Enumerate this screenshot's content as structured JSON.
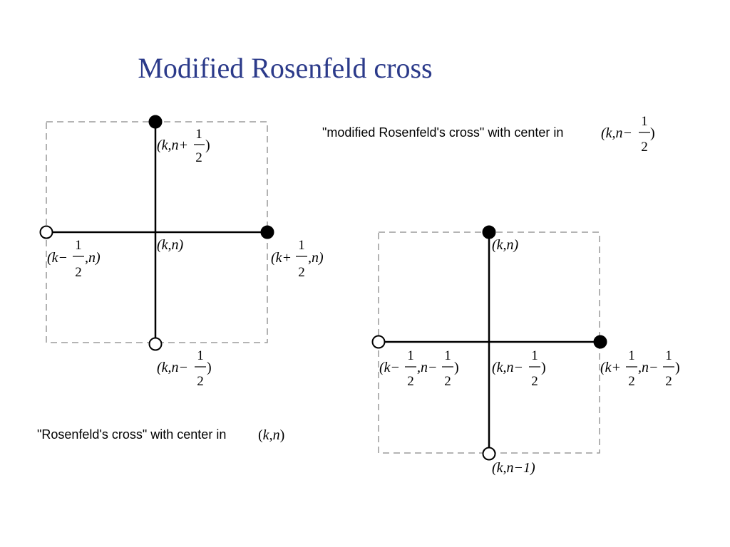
{
  "title": "Modified Rosenfeld cross",
  "left_cross": {
    "caption": "\"Rosenfeld's cross\" with center in",
    "caption_center": {
      "a": "k",
      "b": "n"
    },
    "labels": {
      "top": {
        "text": "(k,n+",
        "num": "1",
        "den": "2",
        "close": ")"
      },
      "center": {
        "text": "(k,n)"
      },
      "left": {
        "text": "(k−",
        "num": "1",
        "den": "2",
        "close": ",n)"
      },
      "right": {
        "text": "(k+",
        "num": "1",
        "den": "2",
        "close": ",n)"
      },
      "bottom": {
        "text": "(k,n−",
        "num": "1",
        "den": "2",
        "close": ")"
      }
    },
    "points": {
      "top": "filled",
      "right": "filled",
      "left": "open",
      "bottom": "open"
    }
  },
  "right_cross": {
    "caption": "\"modified Rosenfeld's cross\" with center in",
    "caption_center": {
      "text": "(k,n−",
      "num": "1",
      "den": "2",
      "close": ")"
    },
    "labels": {
      "top": {
        "text": "(k,n)"
      },
      "center": {
        "text": "(k,n−",
        "num": "1",
        "den": "2",
        "close": ")"
      },
      "left": {
        "text1": "(k−",
        "num1": "1",
        "den1": "2",
        "text2": ",n−",
        "num2": "1",
        "den2": "2",
        "close": ")"
      },
      "right": {
        "text1": "(k+",
        "num1": "1",
        "den1": "2",
        "text2": ",n−",
        "num2": "1",
        "den2": "2",
        "close": ")"
      },
      "bottom": {
        "text": "(k,n−1)"
      }
    },
    "points": {
      "top": "filled",
      "right": "filled",
      "left": "open",
      "bottom": "open"
    }
  }
}
